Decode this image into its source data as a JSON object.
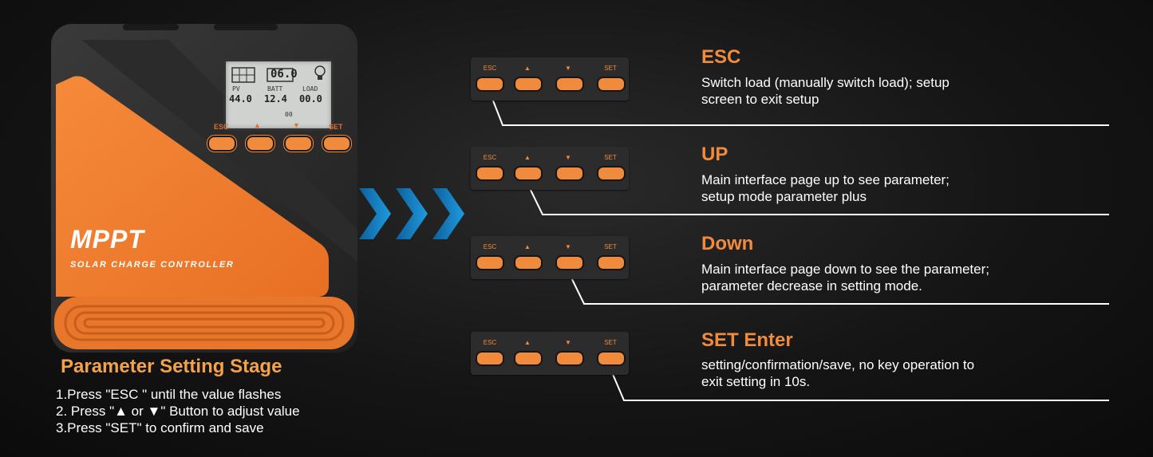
{
  "device": {
    "brand": "MPPT",
    "subtitle": "SOLAR CHARGE CONTROLLER",
    "lcd": {
      "main_value": "06.0",
      "pv_label": "PV",
      "batt_label": "BATT",
      "load_label": "LOAD",
      "pv_value": "44.0",
      "batt_value": "12.4",
      "load_value": "00.0",
      "small": "00"
    },
    "buttons": [
      "ESC",
      "▲",
      "▼",
      "SET"
    ]
  },
  "panel_labels": [
    "ESC",
    "▲",
    "▼",
    "SET"
  ],
  "functions": [
    {
      "title": "ESC",
      "lines": [
        "Switch load (manually switch load); setup",
        "screen to exit setup"
      ],
      "active": 0
    },
    {
      "title": "UP",
      "lines": [
        "Main interface page up to see parameter;",
        "setup mode parameter plus"
      ],
      "active": 1
    },
    {
      "title": "Down",
      "lines": [
        "Main interface page down to see the parameter;",
        "parameter decrease in setting mode."
      ],
      "active": 2
    },
    {
      "title": "SET Enter",
      "lines": [
        "setting/confirmation/save, no key operation to",
        "exit setting in 10s."
      ],
      "active": 3
    }
  ],
  "stage": {
    "title": "Parameter Setting Stage",
    "steps": [
      "1.Press \"ESC \" until the value flashes",
      "2. Press \"▲ or ▼\" Button to adjust value",
      "3.Press \"SET\" to confirm and save"
    ]
  },
  "colors": {
    "accent": "#f08a3c",
    "arrow": "#1e8fd6",
    "background": "#151515"
  },
  "icons": [
    "solar-panel-icon",
    "battery-icon",
    "bulb-icon",
    "chevron-right-icon"
  ]
}
